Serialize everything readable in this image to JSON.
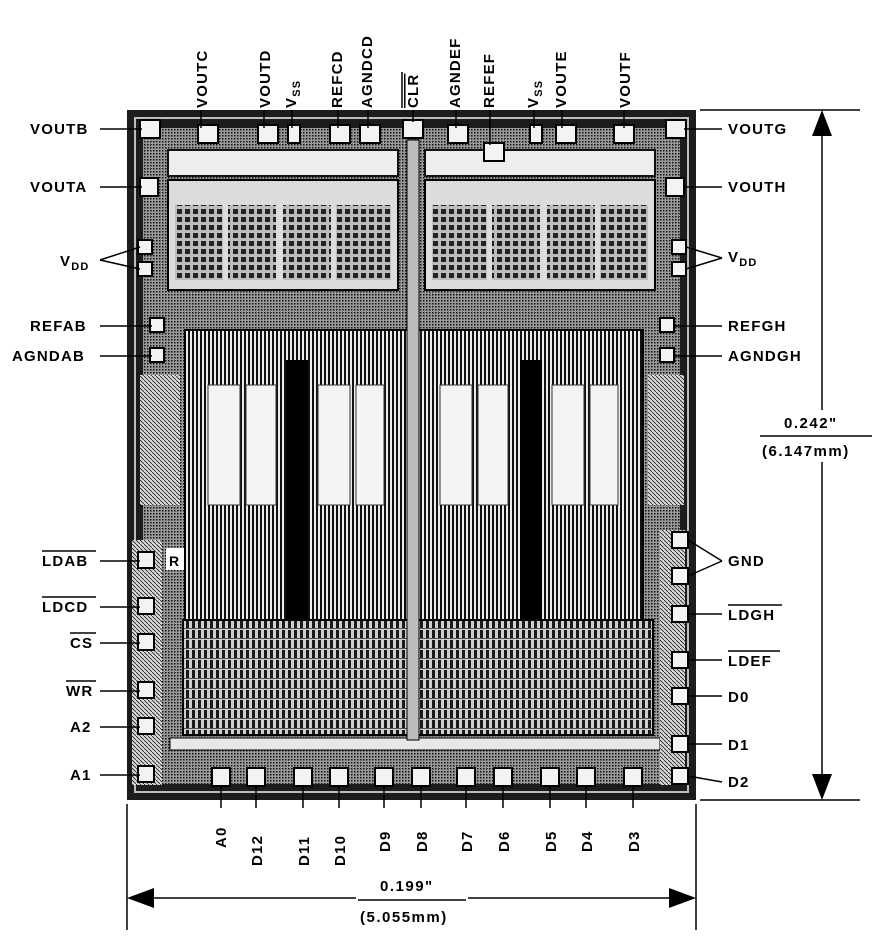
{
  "top_pins": {
    "voutc": "VOUTC",
    "voutd": "VOUTD",
    "vss_main": "V",
    "vss_sub": "SS",
    "refcd": "REFCD",
    "agndcd": "AGNDCD",
    "clr": "CLR",
    "agndef": "AGNDEF",
    "refef": "REFEF",
    "vss2_main": "V",
    "vss2_sub": "SS",
    "voute": "VOUTE",
    "voutf": "VOUTF"
  },
  "left_pins": {
    "voutb": "VOUTB",
    "vouta": "VOUTA",
    "vdd_main": "V",
    "vdd_sub": "DD",
    "refab": "REFAB",
    "agndab": "AGNDAB",
    "ldab": "LDAB",
    "ldcd": "LDCD",
    "cs": "CS",
    "wr": "WR",
    "a2": "A2",
    "a1": "A1"
  },
  "right_pins": {
    "voutg": "VOUTG",
    "vouth": "VOUTH",
    "vdd_main": "V",
    "vdd_sub": "DD",
    "refgh": "REFGH",
    "agndgh": "AGNDGH",
    "gnd": "GND",
    "ldgh": "LDGH",
    "ldef": "LDEF",
    "d0": "D0",
    "d1": "D1",
    "d2": "D2"
  },
  "bottom_pins": [
    "A0",
    "D12",
    "D11",
    "D10",
    "D9",
    "D8",
    "D7",
    "D6",
    "D5",
    "D4",
    "D3"
  ],
  "dimensions": {
    "height_in": "0.242\"",
    "height_mm": "(6.147mm)",
    "width_in": "0.199\"",
    "width_mm": "(5.055mm)"
  },
  "die_marker": "R"
}
